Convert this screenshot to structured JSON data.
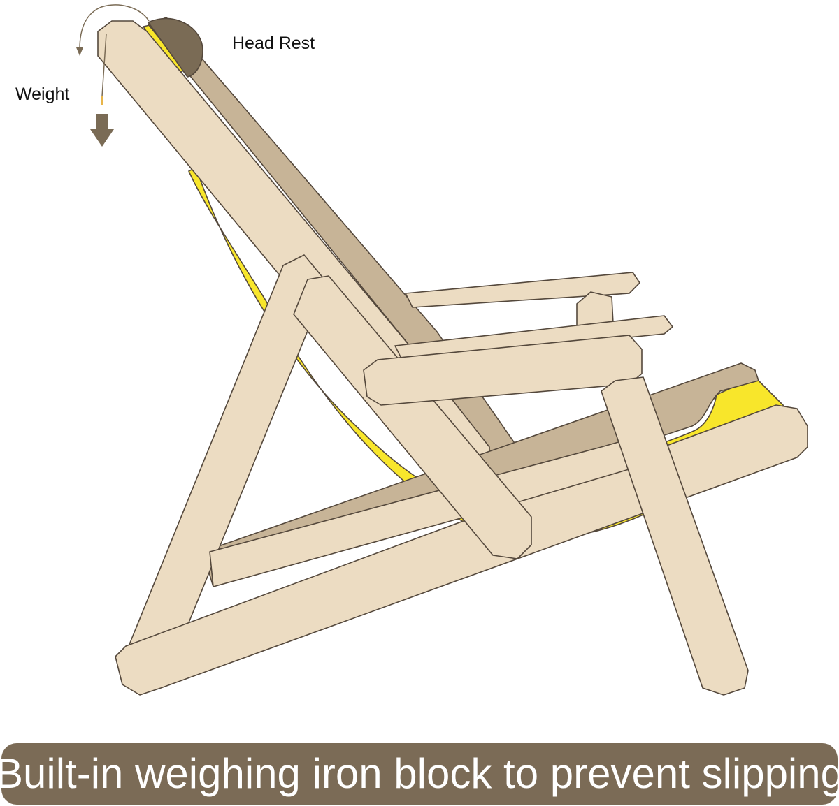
{
  "labels": {
    "head_rest": "Head Rest",
    "weight": "Weight"
  },
  "banner": {
    "text": "Built-in weighing iron block to prevent slipping"
  },
  "colors": {
    "wood_light": "#ecdcc2",
    "wood_shadow": "#c7b497",
    "fabric": "#f8e62b",
    "outline": "#54483c",
    "weight_brown": "#7a6b55",
    "banner_bg": "#7b6b56",
    "banner_text": "#ffffff"
  },
  "icons": {
    "head_rest": "half-disc-cushion",
    "weight_arrow": "down-arrow-icon",
    "rotation_arrow": "curved-arrow-icon"
  }
}
